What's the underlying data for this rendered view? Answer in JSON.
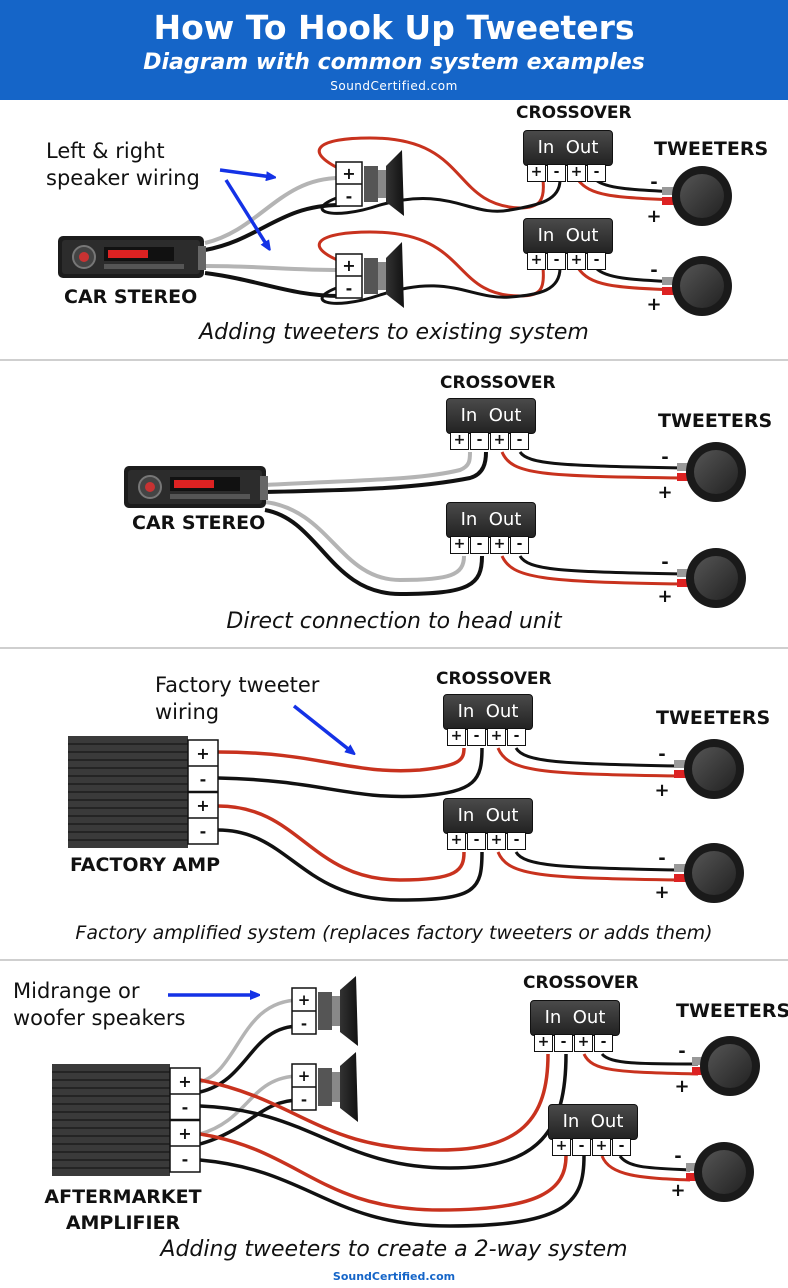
{
  "header": {
    "title": "How To Hook Up Tweeters",
    "subtitle": "Diagram with common system examples",
    "site": "SoundCertified.com"
  },
  "common": {
    "crossover_in": "In",
    "crossover_out": "Out",
    "plus": "+",
    "minus": "-"
  },
  "panel1": {
    "wiring_note": "Left & right\nspeaker wiring",
    "crossover_label": "CROSSOVER",
    "tweeters_label": "TWEETERS",
    "source_label": "CAR STEREO",
    "caption": "Adding tweeters to existing system"
  },
  "panel2": {
    "crossover_label": "CROSSOVER",
    "tweeters_label": "TWEETERS",
    "source_label": "CAR STEREO",
    "caption": "Direct connection to head unit"
  },
  "panel3": {
    "wiring_note": "Factory tweeter\nwiring",
    "crossover_label": "CROSSOVER",
    "tweeters_label": "TWEETERS",
    "source_label": "FACTORY AMP",
    "caption": "Factory amplified system (replaces factory tweeters or adds them)"
  },
  "panel4": {
    "speakers_note": "Midrange or\nwoofer speakers",
    "crossover_label": "CROSSOVER",
    "tweeters_label": "TWEETERS",
    "source_label": "AFTERMARKET\nAMPLIFIER",
    "caption": "Adding tweeters to create a 2-way system"
  },
  "footer": "SoundCertified.com",
  "colors": {
    "header_bg": "#1565c8",
    "arrow": "#1432e6",
    "wire_red": "#c8321e",
    "wire_black": "#111111",
    "wire_gray": "#b4b4b4"
  }
}
